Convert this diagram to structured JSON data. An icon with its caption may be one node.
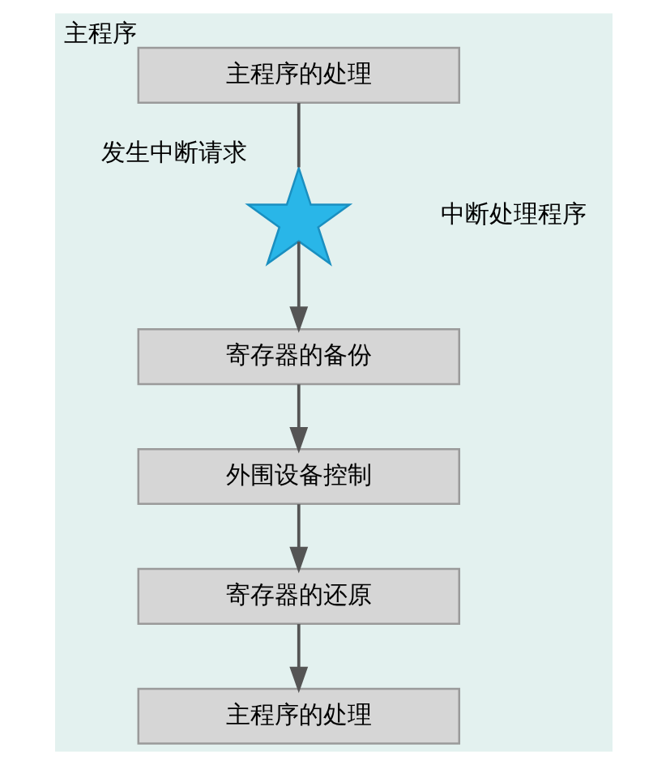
{
  "diagram": {
    "nodes": [
      {
        "text": [
          "主程序的处理"
        ],
        "beside": [
          "主程序"
        ]
      },
      {
        "text": [],
        "shape": "star",
        "beside": [
          "发生中断请求"
        ]
      },
      {
        "text": [
          "寄存器的备份"
        ]
      },
      {
        "text": [
          "外围设备控制"
        ]
      },
      {
        "text": [
          "寄存器的还原"
        ]
      },
      {
        "text": [
          "主程序的处理"
        ]
      }
    ],
    "edges": [
      {
        "from": 0,
        "to": 1,
        "arrow": "none"
      },
      {
        "from": 1,
        "to": 2,
        "arrow": "to"
      },
      {
        "from": 2,
        "to": 3,
        "arrow": "to"
      },
      {
        "from": 3,
        "to": 4,
        "arrow": "to"
      },
      {
        "from": 4,
        "to": 5,
        "arrow": "to"
      }
    ],
    "labels": [
      "中断处理程序"
    ]
  }
}
